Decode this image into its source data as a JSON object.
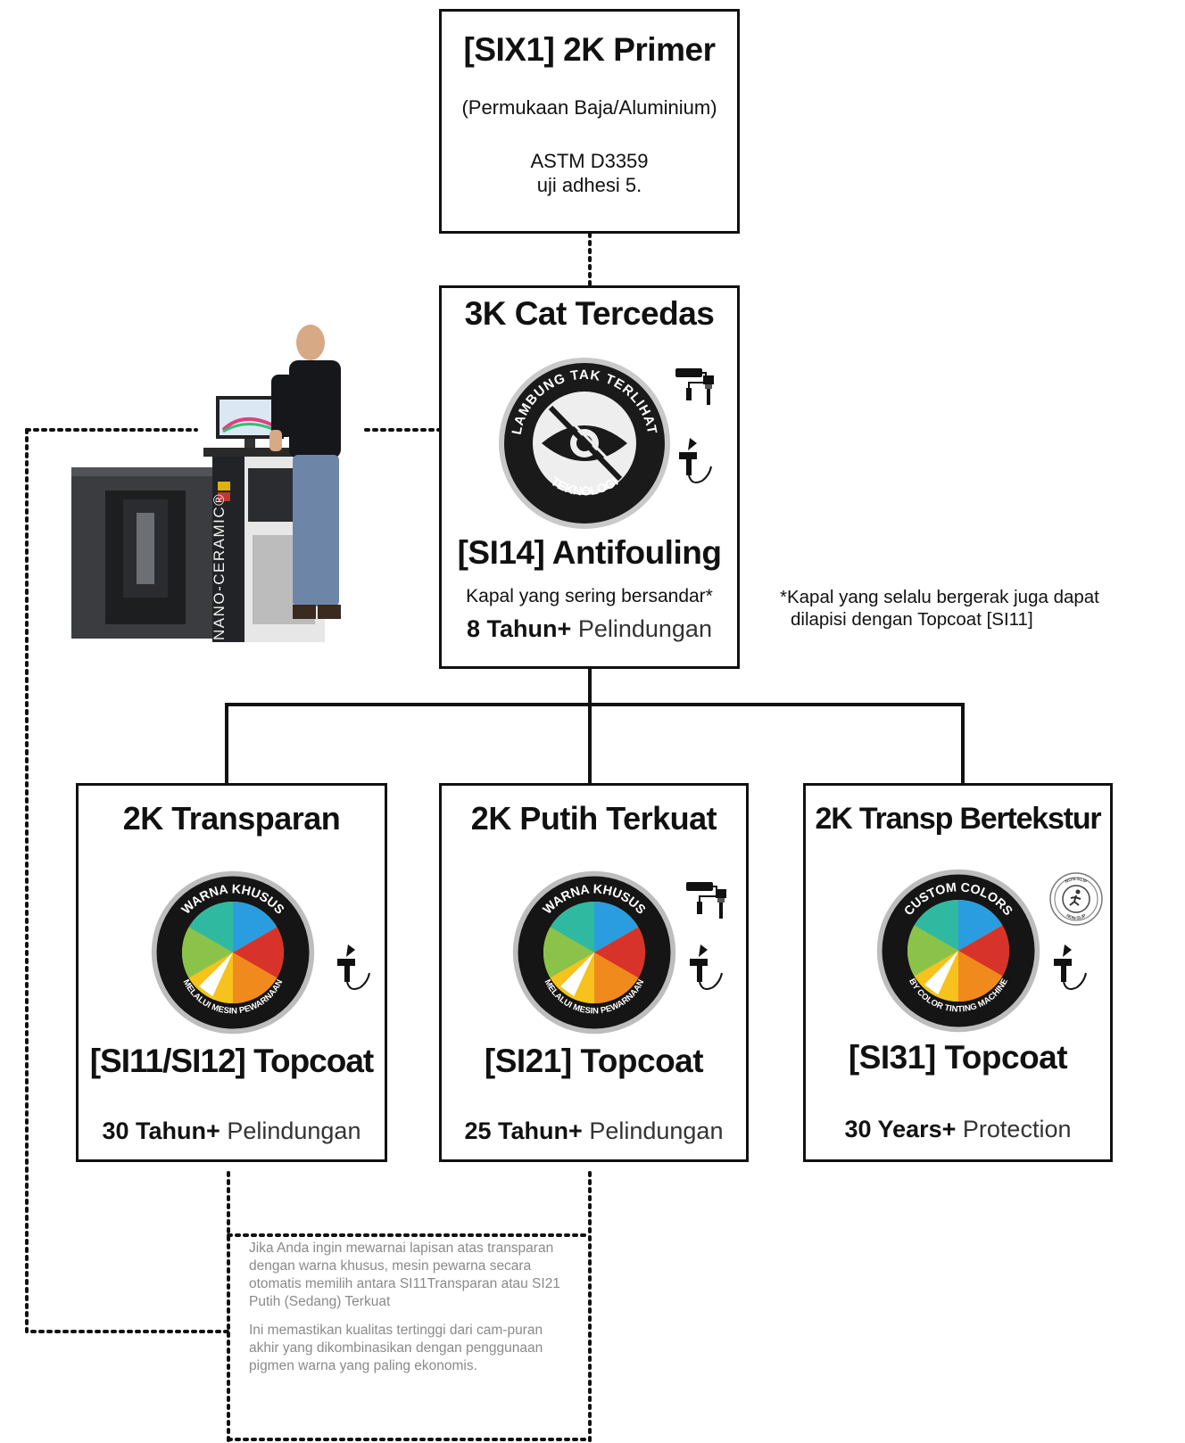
{
  "primer": {
    "title": "[SIX1] 2K Primer",
    "surface": "(Permukaan Baja/Aluminium)",
    "standard_line1": "ASTM D3359",
    "standard_line2": "uji adhesi 5."
  },
  "antifouling": {
    "heading": "3K Cat Tercedas",
    "badge_top": "LAMBUNG TAK TERLIHAT",
    "badge_bottom": "TEKNOLOGI",
    "product": "[SI14] Antifouling",
    "usage": "Kapal yang sering bersandar*",
    "years": "8 Tahun+",
    "protection": "Pelindungan"
  },
  "side_note": {
    "line1": "*Kapal yang selalu bergerak juga dapat",
    "line2": "dilapisi dengan Topcoat [SI11]"
  },
  "machine_label": "NANO-CERAMIC®",
  "topcoats": [
    {
      "heading": "2K Transparan",
      "badge_top": "WARNA KHUSUS",
      "badge_bottom": "MELALUI MESIN PEWARNAAN",
      "product": "[SI11/SI12] Topcoat",
      "years": "30 Tahun+",
      "protection": "Pelindungan"
    },
    {
      "heading": "2K Putih Terkuat",
      "badge_top": "WARNA KHUSUS",
      "badge_bottom": "MELALUI MESIN PEWARNAAN",
      "product": "[SI21] Topcoat",
      "years": "25 Tahun+",
      "protection": "Pelindungan"
    },
    {
      "heading": "2K Transp Bertekstur",
      "badge_top": "CUSTOM COLORS",
      "badge_bottom": "BY COLOR TINTING MACHINE",
      "nonslip_top": "NON-SLIP",
      "nonslip_bottom": "NON-SLIP",
      "product": "[SI31] Topcoat",
      "years": "30 Years+",
      "protection": "Protection"
    }
  ],
  "info_note": {
    "para1": "Jika Anda ingin mewarnai lapisan atas transparan dengan warna khusus, mesin pewarna secara otomatis memilih antara SI11Transparan atau SI21 Putih (Sedang) Terkuat",
    "para2": "Ini memastikan kualitas tertinggi dari cam-puran akhir yang dikombinasikan dengan penggunaan pigmen warna yang paling ekonomis."
  },
  "icons": [
    "paint-roller-icon",
    "paint-brush-icon",
    "spray-gun-icon",
    "hidden-eye-icon",
    "color-wheel-icon",
    "non-slip-icon"
  ],
  "colors": {
    "line": "#111111",
    "note_text": "#8a8a8a"
  }
}
